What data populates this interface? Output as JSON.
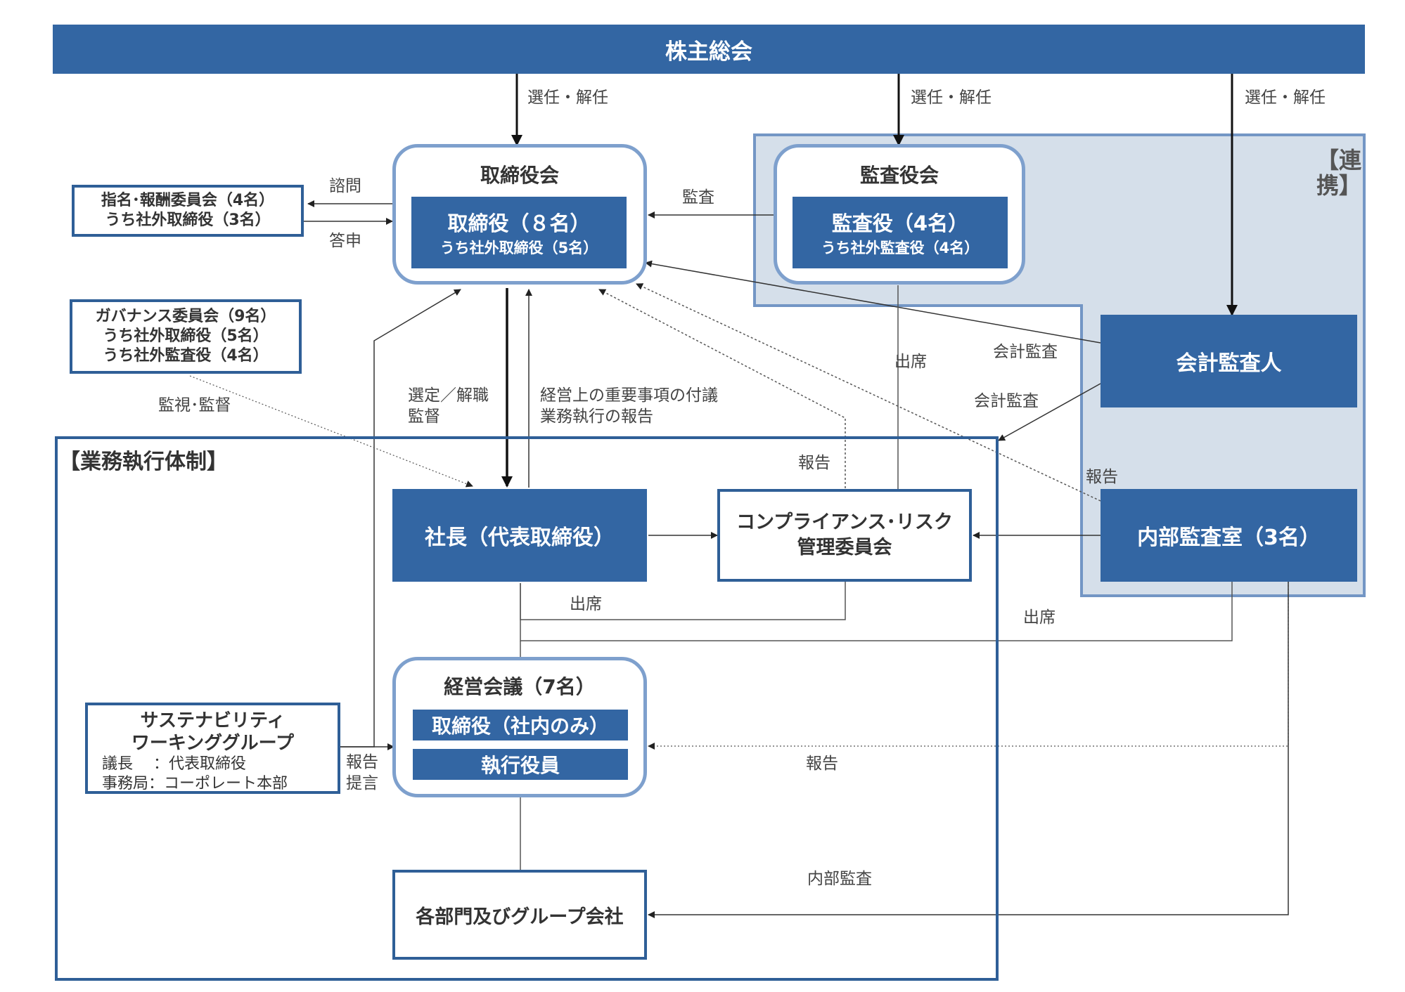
{
  "top": {
    "shareholders": "株主総会",
    "elect": "選任・解任"
  },
  "board": {
    "title": "取締役会",
    "members": "取締役（８名）",
    "outside": "うち社外取締役（5名）"
  },
  "audit_board": {
    "title": "監査役会",
    "members": "監査役（4名）",
    "outside": "うち社外監査役（4名）"
  },
  "renkei": "【連携】",
  "accounting_auditor": "会計監査人",
  "internal_audit": "内部監査室（3名）",
  "nomination": {
    "line1": "指名･報酬委員会（4名）",
    "line2": "うち社外取締役（3名）"
  },
  "governance": {
    "line1": "ガバナンス委員会（9名）",
    "line2": "うち社外取締役（5名）",
    "line3": "うち社外監査役（4名）"
  },
  "exec_title": "【業務執行体制】",
  "president": "社長（代表取締役）",
  "compliance": {
    "line1": "コンプライアンス･リスク",
    "line2": "管理委員会"
  },
  "management": {
    "title": "経営会議（7名）",
    "row1": "取締役（社内のみ）",
    "row2": "執行役員"
  },
  "sustain": {
    "line1": "サステナビリティ",
    "line2": "ワーキンググループ",
    "line3": "議長　 ：代表取締役",
    "line4": "事務局：コーポレート本部"
  },
  "departments": "各部門及びグループ会社",
  "labels": {
    "inquiry": "諮問",
    "report_back": "答申",
    "audit": "監査",
    "select": "選定／解職",
    "supervise": "監督",
    "agenda": "経営上の重要事項の付議",
    "exec_report": "業務執行の報告",
    "monitor": "監視･監督",
    "attend": "出席",
    "report": "報告",
    "accounting_audit": "会計監査",
    "propose": "提言",
    "internal_audit": "内部監査"
  }
}
